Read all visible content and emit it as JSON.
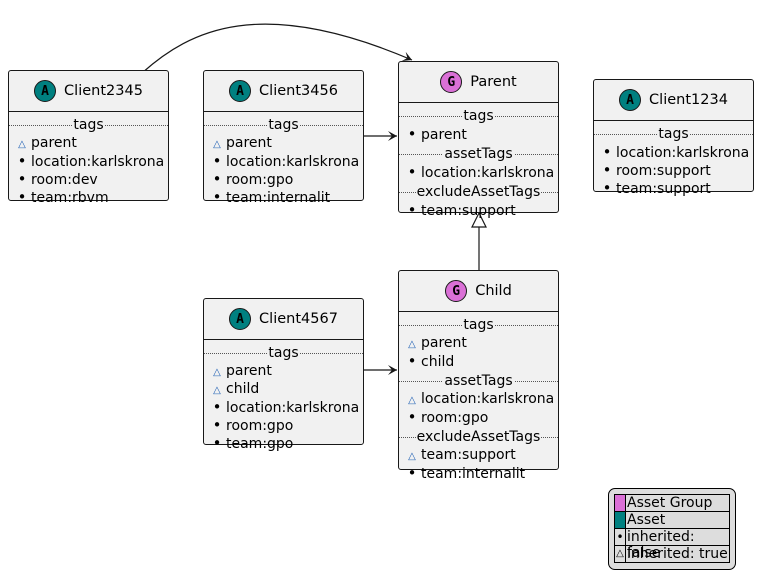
{
  "nodes": {
    "client2345": {
      "title": "Client2345",
      "badge": "A",
      "sections": [
        {
          "label": "tags",
          "items": [
            {
              "marker": "triangle",
              "text": "parent"
            },
            {
              "marker": "dot",
              "text": "location:karlskrona"
            },
            {
              "marker": "dot",
              "text": "room:dev"
            },
            {
              "marker": "dot",
              "text": "team:rbvm"
            }
          ]
        }
      ]
    },
    "client3456": {
      "title": "Client3456",
      "badge": "A",
      "sections": [
        {
          "label": "tags",
          "items": [
            {
              "marker": "triangle",
              "text": "parent"
            },
            {
              "marker": "dot",
              "text": "location:karlskrona"
            },
            {
              "marker": "dot",
              "text": "room:gpo"
            },
            {
              "marker": "dot",
              "text": "team:internalit"
            }
          ]
        }
      ]
    },
    "parent": {
      "title": "Parent",
      "badge": "G",
      "sections": [
        {
          "label": "tags",
          "items": [
            {
              "marker": "dot",
              "text": "parent"
            }
          ]
        },
        {
          "label": "assetTags",
          "items": [
            {
              "marker": "dot",
              "text": "location:karlskrona"
            }
          ]
        },
        {
          "label": "excludeAssetTags",
          "items": [
            {
              "marker": "dot",
              "text": "team:support"
            }
          ]
        }
      ]
    },
    "client1234": {
      "title": "Client1234",
      "badge": "A",
      "sections": [
        {
          "label": "tags",
          "items": [
            {
              "marker": "dot",
              "text": "location:karlskrona"
            },
            {
              "marker": "dot",
              "text": "room:support"
            },
            {
              "marker": "dot",
              "text": "team:support"
            }
          ]
        }
      ]
    },
    "client4567": {
      "title": "Client4567",
      "badge": "A",
      "sections": [
        {
          "label": "tags",
          "items": [
            {
              "marker": "triangle",
              "text": "parent"
            },
            {
              "marker": "triangle",
              "text": "child"
            },
            {
              "marker": "dot",
              "text": "location:karlskrona"
            },
            {
              "marker": "dot",
              "text": "room:gpo"
            },
            {
              "marker": "dot",
              "text": "team:gpo"
            }
          ]
        }
      ]
    },
    "child": {
      "title": "Child",
      "badge": "G",
      "sections": [
        {
          "label": "tags",
          "items": [
            {
              "marker": "triangle",
              "text": "parent"
            },
            {
              "marker": "dot",
              "text": "child"
            }
          ]
        },
        {
          "label": "assetTags",
          "items": [
            {
              "marker": "triangle",
              "text": "location:karlskrona"
            },
            {
              "marker": "dot",
              "text": "room:gpo"
            }
          ]
        },
        {
          "label": "excludeAssetTags",
          "items": [
            {
              "marker": "triangle",
              "text": "team:support"
            },
            {
              "marker": "dot",
              "text": "team:internalit"
            }
          ]
        }
      ]
    }
  },
  "legend": {
    "asset_group": "Asset Group",
    "asset": "Asset",
    "inherited_false": "inherited: false",
    "inherited_true": "inherited: true",
    "dot_symbol": "•",
    "triangle_symbol": "△"
  },
  "colors": {
    "asset": "#008080",
    "asset_group": "#da70d6",
    "inherited_marker": "#1e5fb4",
    "box_fill": "#f1f1f1",
    "legend_fill": "#dddddd"
  }
}
